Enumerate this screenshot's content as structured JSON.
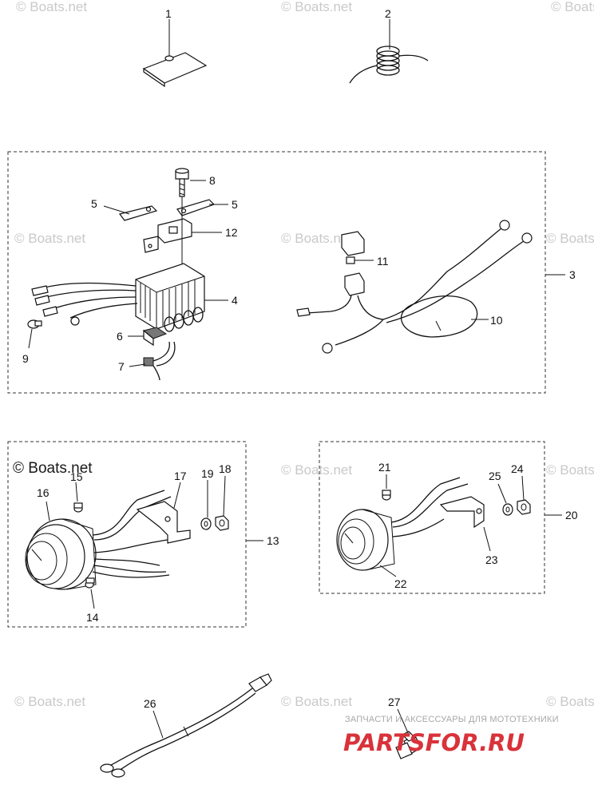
{
  "watermark": {
    "text": "© Boats.net",
    "prominent_text": "© Boats.net"
  },
  "callouts": {
    "n1": "1",
    "n2": "2",
    "n3": "3",
    "n4": "4",
    "n5a": "5",
    "n5b": "5",
    "n6": "6",
    "n7": "7",
    "n8": "8",
    "n9": "9",
    "n10": "10",
    "n11": "11",
    "n12": "12",
    "n13": "13",
    "n14": "14",
    "n15": "15",
    "n16": "16",
    "n17": "17",
    "n18": "18",
    "n19": "19",
    "n20": "20",
    "n21": "21",
    "n22": "22",
    "n23": "23",
    "n24": "24",
    "n25": "25",
    "n26": "26",
    "n27": "27"
  },
  "brand": {
    "tagline": "ЗАПЧАСТИ И АКСЕССУАРЫ ДЛЯ МОТОТЕХНИКИ",
    "name": "PARTSFOR.RU"
  }
}
